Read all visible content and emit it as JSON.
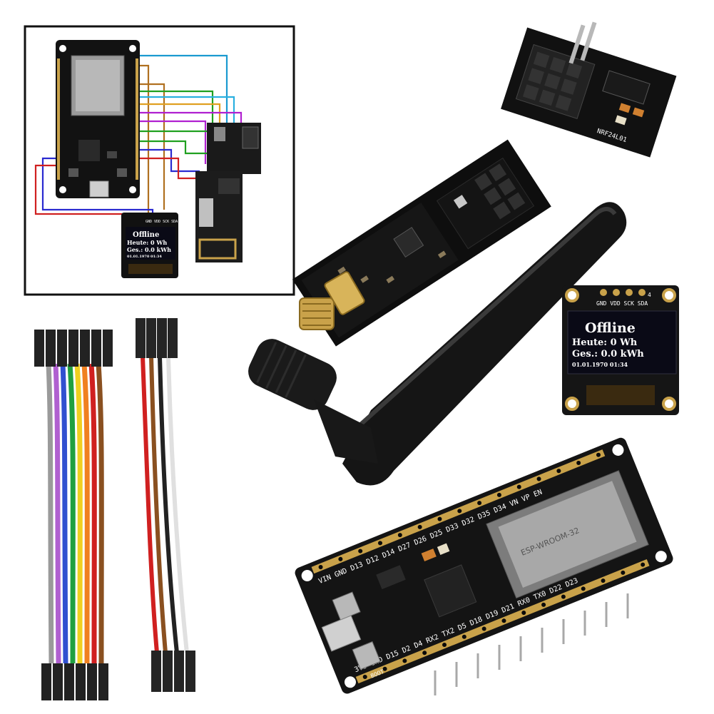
{
  "diagram": {
    "oled_pins": "GND VDD SCK SDA",
    "oled_line1": "Offline",
    "oled_line2": "Heute:  0 Wh",
    "oled_line3": "Ges.: 0.0 kWh",
    "oled_line4": "01.01.1970 01:34"
  },
  "oled_module": {
    "pins": "GND VDD SCK SDA",
    "pin_number": "4",
    "line1": "Offline",
    "line2": "Heute:  0 Wh",
    "line3": "Ges.: 0.0 kWh",
    "line4": "01.01.1970 01:34"
  },
  "adapter": {
    "label": "NRF24L01"
  },
  "esp32": {
    "top_pins": "VIN GND D13 D12 D14 D27 D26 D25 D33 D32 D35 D34 VN VP EN",
    "bottom_pins": "3V3 GND D15 D2 D4 RX2 TX2 D5 D18 D19 D21 RX0 TX0 D22 D23",
    "boot_label": "BOOT",
    "chip_label": "ESP-WROOM-32"
  },
  "colors": {
    "pcb": "#141414",
    "gold": "#c9a24a",
    "oled_text": "#ffffff",
    "oled_screen": "#0a0a16",
    "wire_colors": [
      "#2a2ad0",
      "#d02020",
      "#1a9ad0",
      "#2ab0e0",
      "#b07020",
      "#20a020",
      "#b020d0",
      "#30c0c0"
    ]
  }
}
